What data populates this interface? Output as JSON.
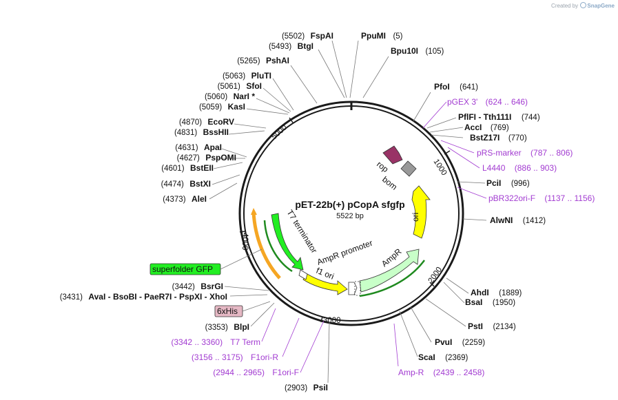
{
  "credit": {
    "prefix": "Created by",
    "brand": "SnapGene"
  },
  "title": "pET-22b(+) pCopA sfgfp",
  "subtitle": "5522 bp",
  "tick_labels": [
    "1000",
    "2000",
    "3000",
    "4000",
    "5000"
  ],
  "sites": [
    {
      "name": "FspAI",
      "pos": "(5502)"
    },
    {
      "name": "PpuMI",
      "pos": "(5)"
    },
    {
      "name": "BtgI",
      "pos": "(5493)"
    },
    {
      "name": "Bpu10I",
      "pos": "(105)"
    },
    {
      "name": "PshAI",
      "pos": "(5265)"
    },
    {
      "name": "PluTI",
      "pos": "(5063)"
    },
    {
      "name": "PfoI",
      "pos": "(641)"
    },
    {
      "name": "SfoI",
      "pos": "(5061)"
    },
    {
      "name": "NarI *",
      "pos": "(5060)"
    },
    {
      "name": "KasI",
      "pos": "(5059)"
    },
    {
      "name": "PflFI - Tth111I",
      "pos": "(744)"
    },
    {
      "name": "EcoRV",
      "pos": "(4870)"
    },
    {
      "name": "AccI",
      "pos": "(769)"
    },
    {
      "name": "BssHII",
      "pos": "(4831)"
    },
    {
      "name": "BstZ17I",
      "pos": "(770)"
    },
    {
      "name": "ApaI",
      "pos": "(4631)"
    },
    {
      "name": "PspOMI",
      "pos": "(4627)"
    },
    {
      "name": "BstEII",
      "pos": "(4601)"
    },
    {
      "name": "PciI",
      "pos": "(996)"
    },
    {
      "name": "BstXI",
      "pos": "(4474)"
    },
    {
      "name": "AleI",
      "pos": "(4373)"
    },
    {
      "name": "AlwNI",
      "pos": "(1412)"
    },
    {
      "name": "BsrGI",
      "pos": "(3442)"
    },
    {
      "name": "AhdI",
      "pos": "(1889)"
    },
    {
      "name": "AvaI - BsoBI - PaeR7I - PspXI - XhoI",
      "pos": "(3431)"
    },
    {
      "name": "BsaI",
      "pos": "(1950)"
    },
    {
      "name": "PstI",
      "pos": "(2134)"
    },
    {
      "name": "BlpI",
      "pos": "(3353)"
    },
    {
      "name": "PvuI",
      "pos": "(2259)"
    },
    {
      "name": "ScaI",
      "pos": "(2369)"
    },
    {
      "name": "PsiI",
      "pos": "(2903)"
    }
  ],
  "primers": [
    {
      "name": "pGEX 3'",
      "range": "(624 .. 646)"
    },
    {
      "name": "pRS-marker",
      "range": "(787 .. 806)"
    },
    {
      "name": "L4440",
      "range": "(886 .. 903)"
    },
    {
      "name": "pBR322ori-F",
      "range": "(1137 .. 1156)"
    },
    {
      "name": "T7 Term",
      "range": "(3342 .. 3360)"
    },
    {
      "name": "F1ori-R",
      "range": "(3156 .. 3175)"
    },
    {
      "name": "F1ori-F",
      "range": "(2944 .. 2965)"
    },
    {
      "name": "Amp-R",
      "range": "(2439 .. 2458)"
    }
  ],
  "features": {
    "rop": "rop",
    "bom": "bom",
    "ori": "ori",
    "ampr": "AmpR",
    "ampr_promoter": "AmpR promoter",
    "f1_ori": "f1 ori",
    "t7_terminator": "T7 terminator",
    "superfolder_gfp": "superfolder GFP",
    "his_tag": "6xHis"
  },
  "colors": {
    "primer": "#a23bd1",
    "gfp": "#22ee22",
    "ori": "#ffff00",
    "ampr": "#c8ffc8",
    "rop": "#993366",
    "bom": "#999999",
    "his_tag": "#e5b8c4",
    "orange_arc": "#f5a623"
  }
}
